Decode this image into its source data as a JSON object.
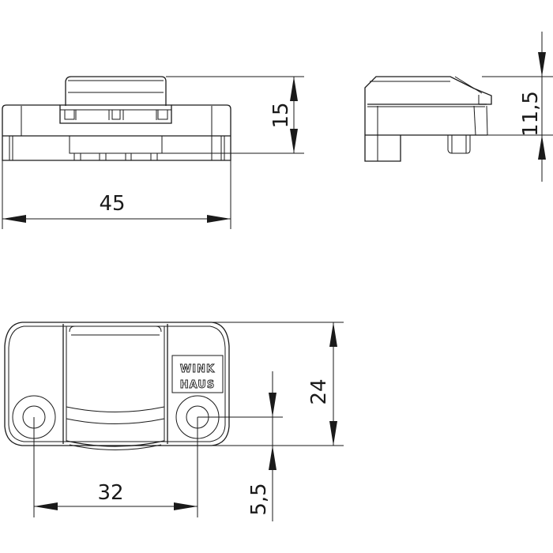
{
  "drawing": {
    "views": [
      "front-view",
      "side-view",
      "top-view"
    ],
    "brand_logo": {
      "line1": "WINK",
      "line2": "HAUS"
    },
    "dimensions": {
      "width_front": "45",
      "height_front": "15",
      "height_side": "11,5",
      "depth_top": "24",
      "hole_spacing": "32",
      "hole_offset": "5,5"
    },
    "colors": {
      "line": "#1a1a1a",
      "background": "#ffffff"
    }
  }
}
